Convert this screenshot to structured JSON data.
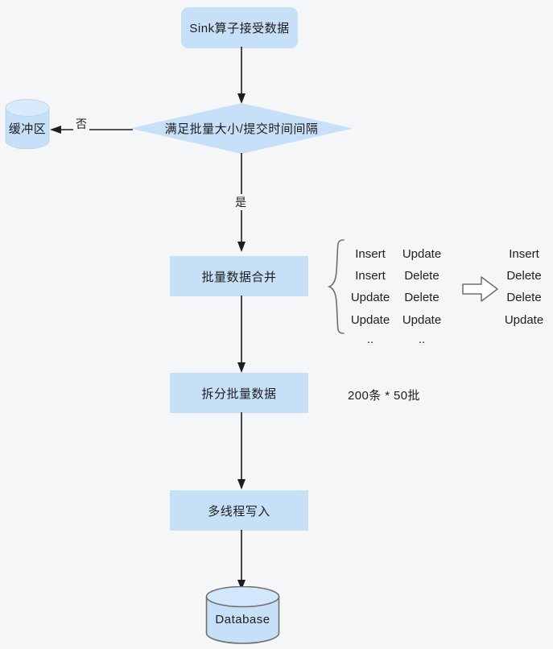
{
  "diagram": {
    "title": "Sink batch write flow",
    "background_color": "#f5f6f7",
    "node_fill": "#c6e0f7",
    "line_color": "#1d1d1d"
  },
  "nodes": {
    "sink_receive": "Sink算子接受数据",
    "decision": "满足批量大小/提交时间间隔",
    "buffer": "缓冲区",
    "merge": "批量数据合并",
    "split": "拆分批量数据",
    "multithread_write": "多线程写入",
    "database": "Database"
  },
  "edges": {
    "no_label": "否",
    "yes_label": "是"
  },
  "annotations": {
    "split_note": "200条 * 50批"
  },
  "merge_table": {
    "arrow_glyph": "⇨",
    "ellipsis": "..",
    "input_rows": [
      [
        "Insert",
        "Update"
      ],
      [
        "Insert",
        "Delete"
      ],
      [
        "Update",
        "Delete"
      ],
      [
        "Update",
        "Update"
      ]
    ],
    "output_rows": [
      "Insert",
      "Delete",
      "Delete",
      "Update"
    ]
  }
}
